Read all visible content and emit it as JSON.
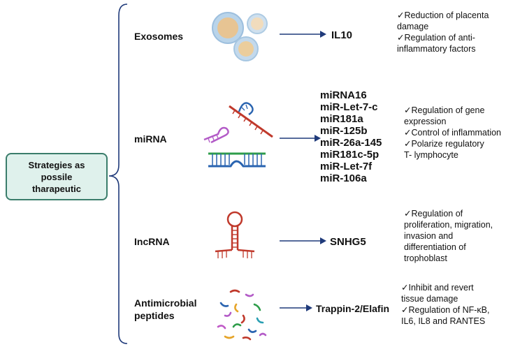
{
  "root": {
    "label_lines": [
      "Strategies as",
      "possile",
      "tharapeutic"
    ]
  },
  "rows": [
    {
      "category": [
        "Exosomes"
      ],
      "targets": [
        "IL10"
      ],
      "effects": [
        "✓Reduction of placenta",
        "damage",
        "✓Regulation of anti-",
        "inflammatory factors"
      ]
    },
    {
      "category": [
        "miRNA"
      ],
      "targets": [
        "miRNA16",
        "miR-Let-7-c",
        "miR181a",
        "miR-125b",
        "miR-26a-145",
        "miR181c-5p",
        "miR-Let-7f",
        "miR-106a"
      ],
      "effects": [
        "✓Regulation of gene",
        "expression",
        "✓Control of inflammation",
        "✓Polarize regulatory",
        "T- lymphocyte"
      ]
    },
    {
      "category": [
        "IncRNA"
      ],
      "targets": [
        "SNHG5"
      ],
      "effects": [
        "✓Regulation of",
        "proliferation, migration,",
        "invasion and",
        "differentiation of",
        "trophoblast"
      ]
    },
    {
      "category": [
        "Antimicrobial",
        "peptides"
      ],
      "targets": [
        "Trappin-2/Elafin"
      ],
      "effects": [
        "✓Inhibit and revert",
        "tissue damage",
        "✓Regulation of NF-κB,",
        "IL6, IL8 and RANTES"
      ]
    }
  ],
  "icons": [
    "exosome-vesicles-icon",
    "mirna-hairpin-icon",
    "lncrna-stem-loop-icon",
    "peptide-fragments-icon"
  ],
  "colors": {
    "arrow": "#1f3a7a",
    "box_fill": "#dff1ec",
    "box_border": "#3a7d6b",
    "brace": "#1f3a7a",
    "exosome_shell": "#b9d4ea",
    "exosome_core": "#e7c493",
    "mirna_blue": "#2a64b0",
    "mirna_purple": "#b35bc7",
    "mirna_red": "#c0392b",
    "mirna_green": "#2e9d4a",
    "lncrna_red": "#c0392b"
  }
}
